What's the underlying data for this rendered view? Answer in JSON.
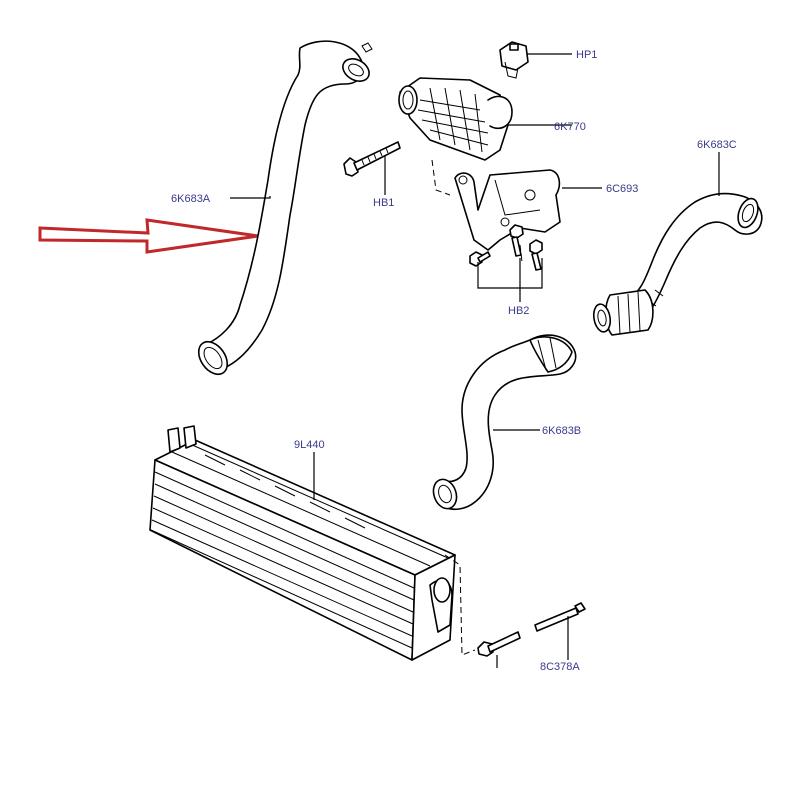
{
  "labels": {
    "hp1": "HP1",
    "k770": "6K770",
    "k683c": "6K683C",
    "k683a": "6K683A",
    "hb1": "HB1",
    "c693": "6C693",
    "hb2": "HB2",
    "k683b": "6K683B",
    "l440": "9L440",
    "c378a": "8C378A"
  },
  "colors": {
    "label": "#3a3a8c",
    "arrow": "#c0282a",
    "line": "#000000"
  }
}
